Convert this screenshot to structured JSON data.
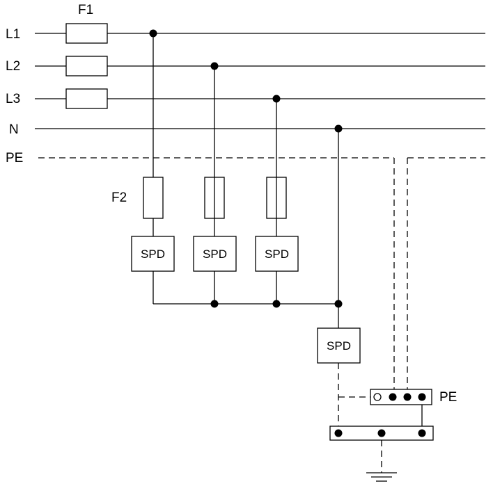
{
  "labels": {
    "l1": "L1",
    "l2": "L2",
    "l3": "L3",
    "n": "N",
    "pe": "PE",
    "f1": "F1",
    "f2": "F2",
    "pe_bar": "PE"
  },
  "spd": {
    "l1": "SPD",
    "l2": "SPD",
    "l3": "SPD",
    "n": "SPD"
  },
  "colors": {
    "line": "#000000",
    "background": "#ffffff"
  }
}
